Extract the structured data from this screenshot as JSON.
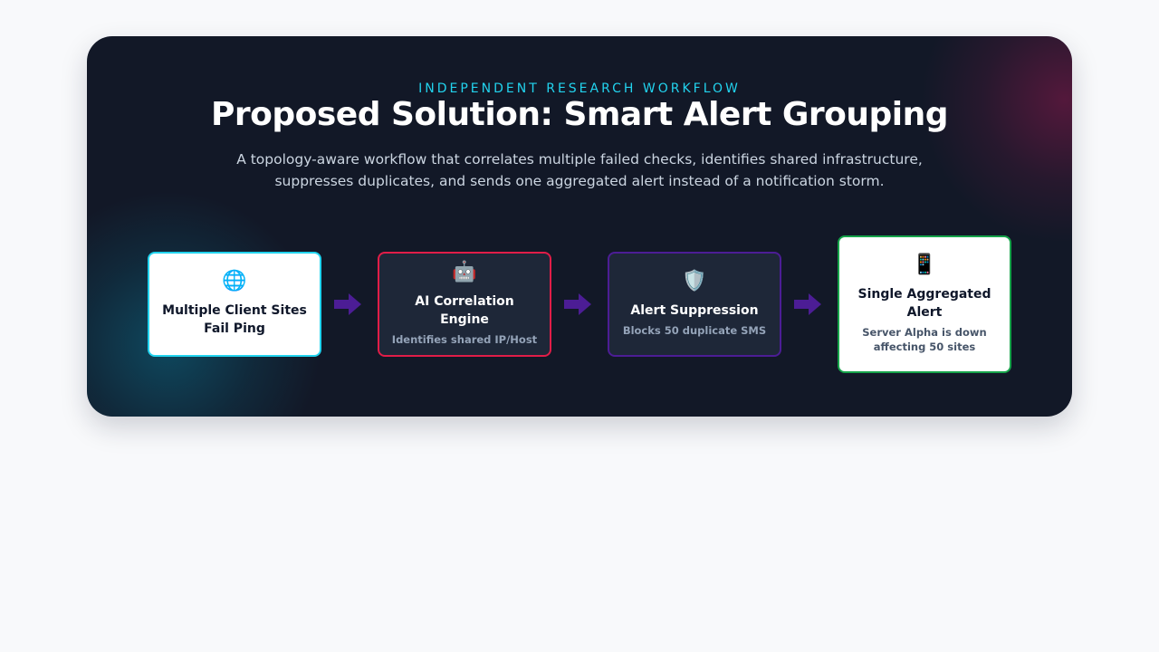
{
  "header": {
    "eyebrow": "INDEPENDENT RESEARCH WORKFLOW",
    "title": "Proposed Solution: Smart Alert Grouping",
    "subtitle": "A topology-aware workflow that correlates multiple failed checks, identifies shared infrastructure, suppresses duplicates, and sends one aggregated alert instead of a notification storm."
  },
  "workflow": {
    "arrow_color": "#4c1d95",
    "steps": [
      {
        "icon": "globe-icon",
        "glyph": "🌐",
        "title": "Multiple Client Sites Fail Ping",
        "subtitle": "",
        "border_color": "#22d3ee"
      },
      {
        "icon": "robot-icon",
        "glyph": "🤖",
        "title": "AI Correlation Engine",
        "subtitle": "Identifies shared IP/Host",
        "border_color": "#e11d48"
      },
      {
        "icon": "shield-icon",
        "glyph": "🛡️",
        "title": "Alert Suppression",
        "subtitle": "Blocks 50 duplicate SMS",
        "border_color": "#4c1d95"
      },
      {
        "icon": "mobile-phone-icon",
        "glyph": "📱",
        "title": "Single Aggregated Alert",
        "subtitle": "Server Alpha is down affecting 50 sites",
        "border_color": "#16a34a"
      }
    ]
  }
}
